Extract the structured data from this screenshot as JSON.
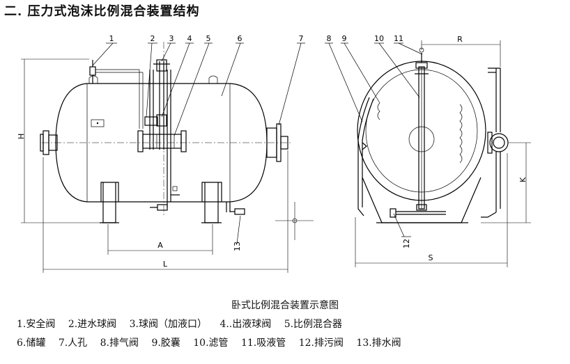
{
  "heading": "二. 压力式泡沫比例混合装置结构",
  "caption": "卧式比例混合装置示意图",
  "legend_row1": [
    "1.安全阀",
    "2.进水球阀",
    "3.球阀（加液口）",
    "4..出液球阀",
    "5.比例混合器"
  ],
  "legend_row2": [
    "6.储罐",
    "7.人孔",
    "8.排气阀",
    "9.胶囊",
    "10.滤管",
    "11.吸液管",
    "12.排污阀",
    "13.排水阀"
  ],
  "callouts_side": [
    "1",
    "2",
    "3",
    "4",
    "5",
    "6",
    "7",
    "13"
  ],
  "callouts_end": [
    "8",
    "9",
    "10",
    "11",
    "12"
  ],
  "dimensions": {
    "H": "H",
    "A": "A",
    "L": "L",
    "R": "R",
    "K": "K",
    "S": "S"
  }
}
